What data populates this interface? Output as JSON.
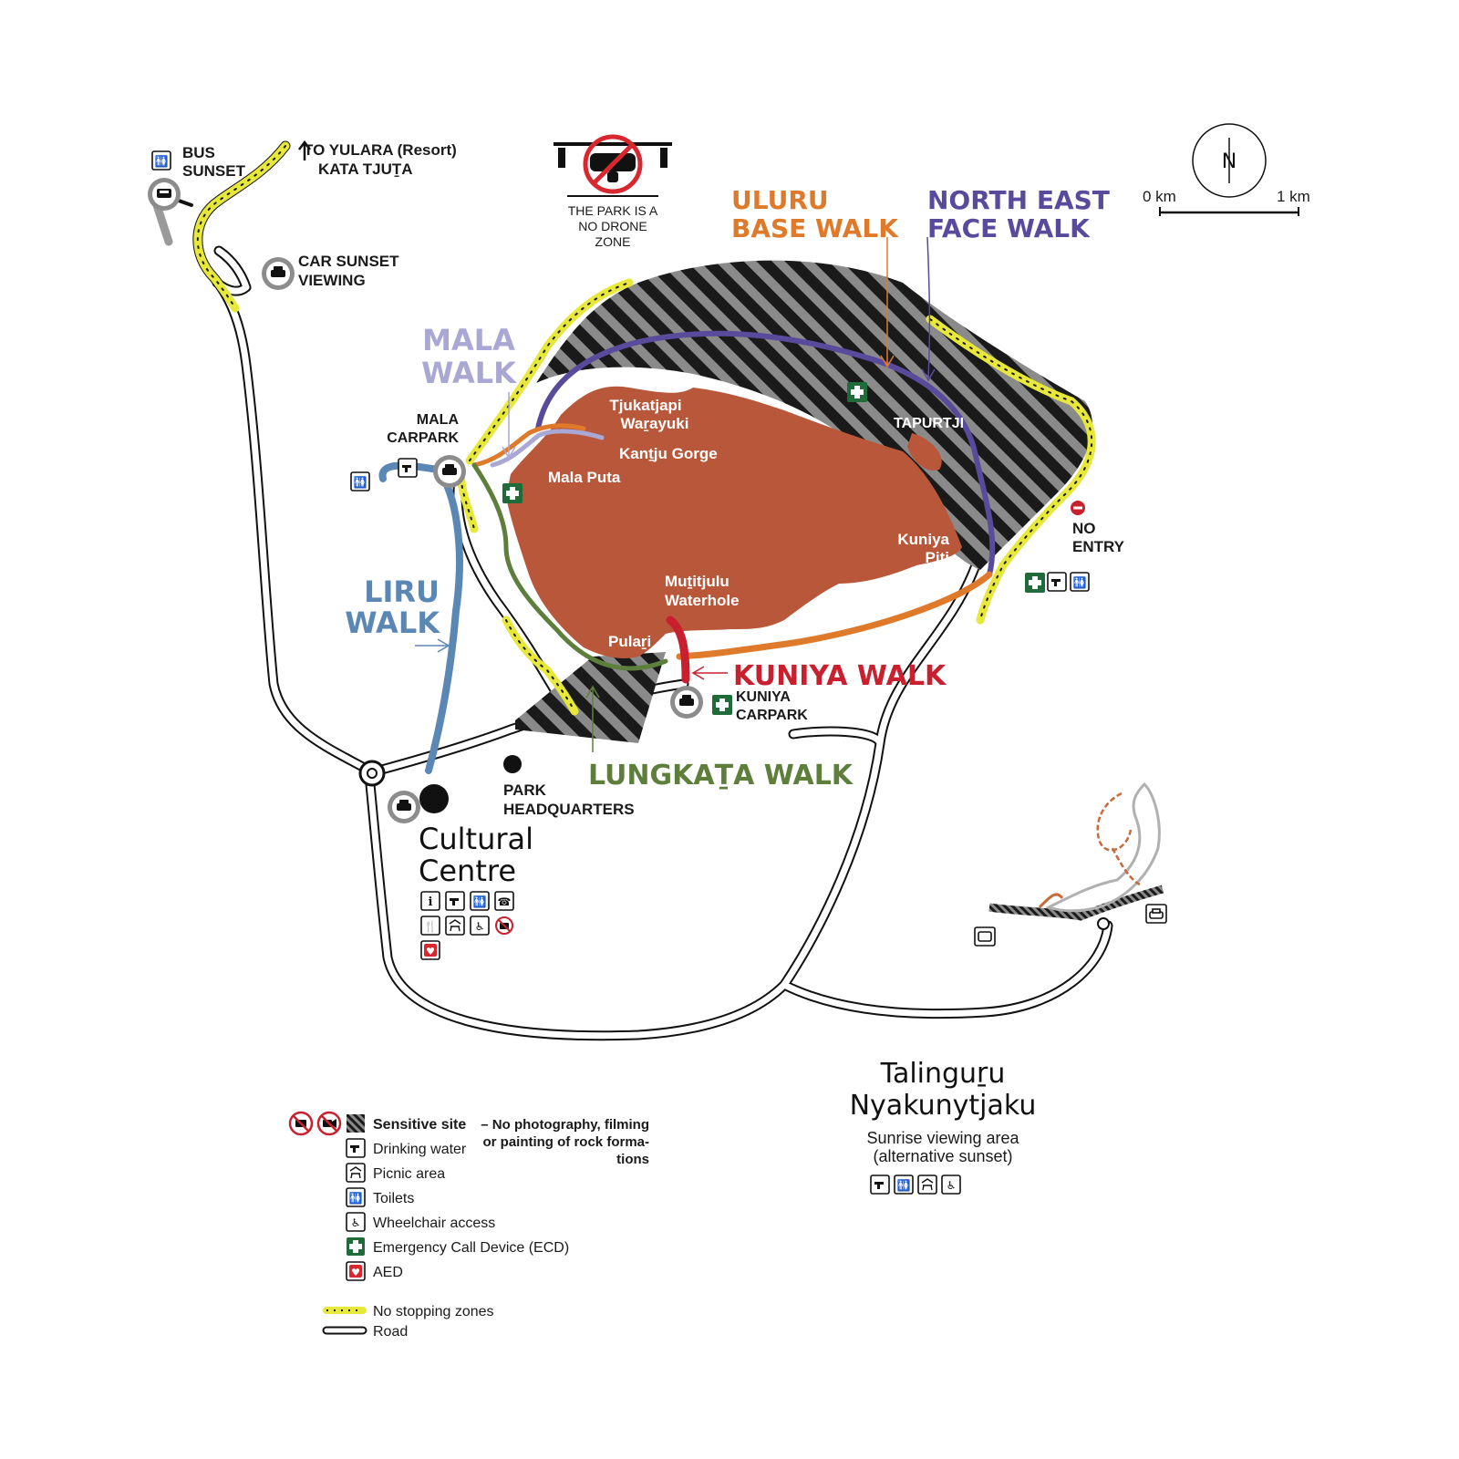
{
  "map": {
    "drone_notice": [
      "THE PARK IS A",
      "NO DRONE",
      "ZONE"
    ],
    "scale": {
      "start": "0 km",
      "end": "1 km"
    },
    "walks": {
      "uluru_base": {
        "lines": [
          "ULURU",
          "BASE WALK"
        ],
        "color": "#e07a2b"
      },
      "north_east_face": {
        "lines": [
          "NORTH EAST",
          "FACE WALK"
        ],
        "color": "#5a4a9c"
      },
      "mala": {
        "lines": [
          "MALA",
          "WALK"
        ],
        "color": "#a9a7d3"
      },
      "liru": {
        "lines": [
          "LIRU",
          "WALK"
        ],
        "color": "#5b87b5"
      },
      "kuniya": {
        "label": "KUNIYA WALK",
        "color": "#c8202f"
      },
      "lungkata": {
        "label": "LUNGKAṮA WALK",
        "color": "#5e7f3c"
      }
    },
    "places": {
      "bus_sunset": [
        "BUS",
        "SUNSET"
      ],
      "to_yulara": [
        "TO YULARA (Resort)",
        "KATA TJUṮA"
      ],
      "car_sunset": [
        "CAR SUNSET",
        "VIEWING"
      ],
      "mala_carpark": [
        "MALA",
        "CARPARK"
      ],
      "tjukatjapi": [
        "Tjukatjapi",
        "Waṟayuki"
      ],
      "kantju": "Kanṯju Gorge",
      "mala_puta": "Mala Puta",
      "tapurtji": "TAPURTJI",
      "kuniya_piti": [
        "Kuniya",
        "Piṯi"
      ],
      "no_entry": [
        "NO",
        "ENTRY"
      ],
      "mutitjulu": [
        "Muṯitjulu",
        "Waterhole"
      ],
      "pulari": "Pulaṟi",
      "kuniya_carpark": [
        "KUNIYA",
        "CARPARK"
      ],
      "park_hq": [
        "PARK",
        "HEADQUARTERS"
      ],
      "cultural_centre": [
        "Cultural",
        "Centre"
      ],
      "talinguru": [
        "Talinguṟu",
        "Nyakunytjaku"
      ],
      "sunrise": [
        "Sunrise viewing area",
        "(alternative sunset)"
      ]
    },
    "colors": {
      "rock": "#b9573a",
      "no_stopping": "#e8e83a",
      "ecd": "#1f6b3a",
      "sensitive_dark": "#1a1a1a",
      "sensitive_light": "#8a8a8a",
      "road_icon_grey": "#8c8c8c"
    }
  },
  "legend": {
    "sensitive_title": "Sensitive site",
    "sensitive_desc": [
      "– No photography, filming",
      "or painting of rock forma-",
      "tions"
    ],
    "items": [
      {
        "icon": "drinking-water-icon",
        "label": "Drinking water"
      },
      {
        "icon": "picnic-icon",
        "label": "Picnic area"
      },
      {
        "icon": "toilets-icon",
        "label": "Toilets"
      },
      {
        "icon": "wheelchair-icon",
        "label": "Wheelchair access"
      },
      {
        "icon": "ecd-icon",
        "label": "Emergency Call Device (ECD)"
      },
      {
        "icon": "aed-icon",
        "label": "AED"
      }
    ],
    "no_stopping": "No stopping zones",
    "road": "Road"
  }
}
